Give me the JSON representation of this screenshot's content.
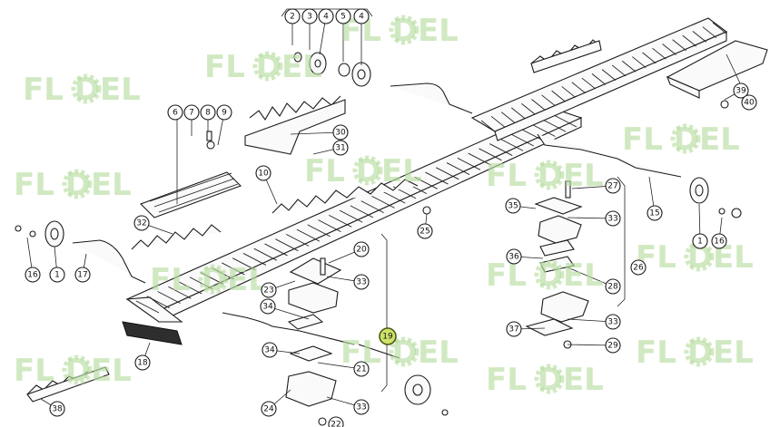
{
  "watermark": {
    "text": "FL DEL"
  },
  "highlight": {
    "callout": "19",
    "color": "#cde36a"
  },
  "callouts": [
    {
      "id": "c2",
      "label": "2"
    },
    {
      "id": "c3",
      "label": "3"
    },
    {
      "id": "c4a",
      "label": "4"
    },
    {
      "id": "c5",
      "label": "5"
    },
    {
      "id": "c4b",
      "label": "4"
    },
    {
      "id": "c6",
      "label": "6"
    },
    {
      "id": "c7",
      "label": "7"
    },
    {
      "id": "c8",
      "label": "8"
    },
    {
      "id": "c9",
      "label": "9"
    },
    {
      "id": "c30",
      "label": "30"
    },
    {
      "id": "c31",
      "label": "31"
    },
    {
      "id": "c10",
      "label": "10"
    },
    {
      "id": "c32",
      "label": "32"
    },
    {
      "id": "c16a",
      "label": "16"
    },
    {
      "id": "c1a",
      "label": "1"
    },
    {
      "id": "c17",
      "label": "17"
    },
    {
      "id": "c25",
      "label": "25"
    },
    {
      "id": "c20",
      "label": "20"
    },
    {
      "id": "c23",
      "label": "23"
    },
    {
      "id": "c33a",
      "label": "33"
    },
    {
      "id": "c34a",
      "label": "34"
    },
    {
      "id": "c19",
      "label": "19"
    },
    {
      "id": "c34b",
      "label": "34"
    },
    {
      "id": "c21",
      "label": "21"
    },
    {
      "id": "c18",
      "label": "18"
    },
    {
      "id": "c38",
      "label": "38"
    },
    {
      "id": "c24",
      "label": "24"
    },
    {
      "id": "c33b",
      "label": "33"
    },
    {
      "id": "c22",
      "label": "22"
    },
    {
      "id": "c27",
      "label": "27"
    },
    {
      "id": "c35",
      "label": "35"
    },
    {
      "id": "c33c",
      "label": "33"
    },
    {
      "id": "c36",
      "label": "36"
    },
    {
      "id": "c26",
      "label": "26"
    },
    {
      "id": "c28",
      "label": "28"
    },
    {
      "id": "c37",
      "label": "37"
    },
    {
      "id": "c33d",
      "label": "33"
    },
    {
      "id": "c29",
      "label": "29"
    },
    {
      "id": "c15",
      "label": "15"
    },
    {
      "id": "c1b",
      "label": "1"
    },
    {
      "id": "c16b",
      "label": "16"
    },
    {
      "id": "c39",
      "label": "39"
    },
    {
      "id": "c40",
      "label": "40"
    }
  ]
}
